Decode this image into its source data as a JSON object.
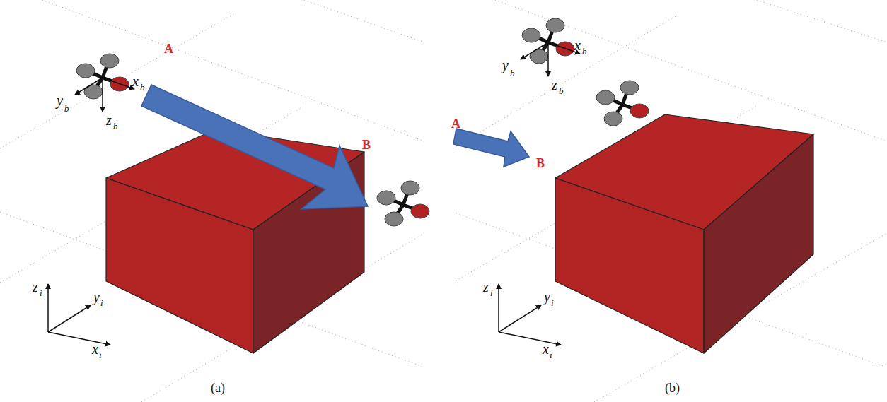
{
  "diagram": {
    "labels": [
      "A",
      "B",
      "x",
      "b",
      "y",
      "b",
      "z",
      "b",
      "z",
      "i",
      "y",
      "i",
      "x",
      "i",
      "(a)",
      "A",
      "B",
      "x",
      "b",
      "y",
      "b",
      "z",
      "b",
      "z",
      "i",
      "y",
      "i",
      "x",
      "i",
      "(b)"
    ]
  }
}
